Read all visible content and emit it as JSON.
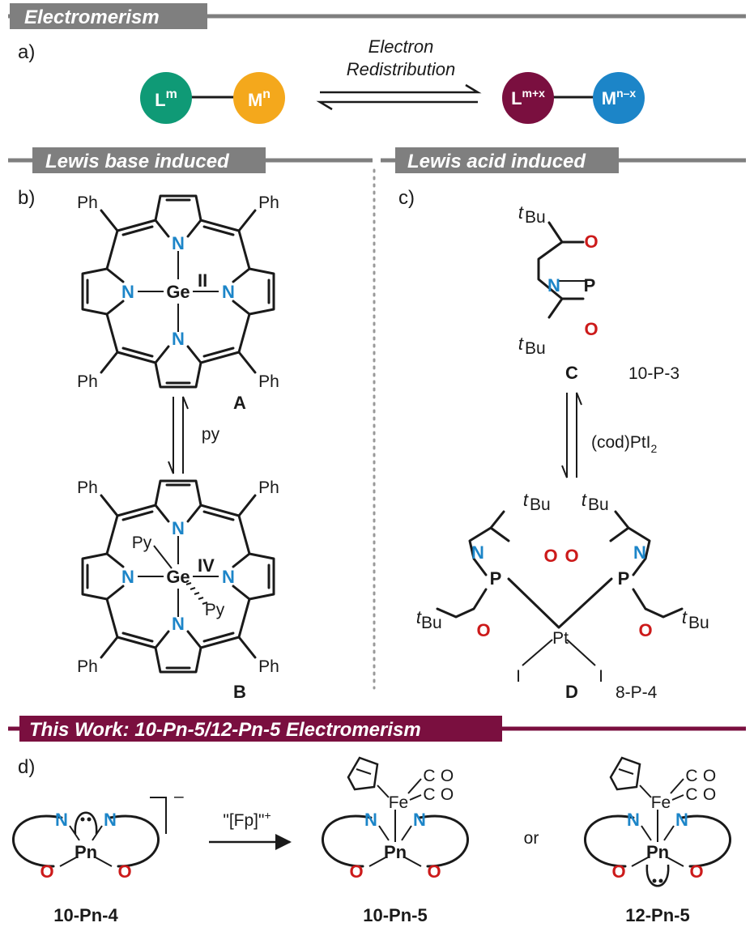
{
  "headers": {
    "electromerism": "Electromerism",
    "lewis_base": "Lewis base induced",
    "lewis_acid": "Lewis acid induced",
    "this_work": "This Work: 10-Pn-5/12-Pn-5 Electromerism"
  },
  "panels": {
    "a": "a)",
    "b": "b)",
    "c": "c)",
    "d": "d)"
  },
  "panel_a": {
    "arrow_line1": "Electron",
    "arrow_line2": "Redistribution",
    "left_L": "L",
    "left_L_sup": "m",
    "left_M": "M",
    "left_M_sup": "n",
    "right_L": "L",
    "right_L_sup": "m+x",
    "right_M": "M",
    "right_M_sup": "n–x",
    "colors": {
      "L_left": "#0f9a76",
      "M_left": "#f4a81c",
      "L_right": "#7a0f3f",
      "M_right": "#1c85c8"
    }
  },
  "panel_b": {
    "ph": "Ph",
    "n": "N",
    "ge": "Ge",
    "py": "Py",
    "ox_A": "II",
    "ox_B": "IV",
    "label_A": "A",
    "label_B": "B",
    "reagent": "py"
  },
  "panel_c": {
    "tbu_t": "t",
    "tbu_bu": "Bu",
    "o": "O",
    "n": "N",
    "p": "P",
    "pt": "Pt",
    "i": "I",
    "label_C": "C",
    "desc_C": "10-P-3",
    "label_D": "D",
    "desc_D": "8-P-4",
    "reagent_main": "(cod)PtI",
    "reagent_sub": "2"
  },
  "panel_d": {
    "n": "N",
    "o": "O",
    "pn": "Pn",
    "fe": "Fe",
    "c": "C",
    "co_o": "O",
    "charge": "–",
    "reagent": "\"[Fp]\"",
    "reagent_sup": "+",
    "or": "or",
    "label_1": "10-Pn-4",
    "label_2": "10-Pn-5",
    "label_3": "12-Pn-5",
    "colors": {
      "ring_teal": "#0f9a76",
      "ring_maroon": "#7a0f3f"
    }
  },
  "colors": {
    "header_grey": "#7f7f7f",
    "header_maroon": "#7a0f3f",
    "nitrogen": "#1c85c8",
    "oxygen": "#cc1a1a"
  }
}
